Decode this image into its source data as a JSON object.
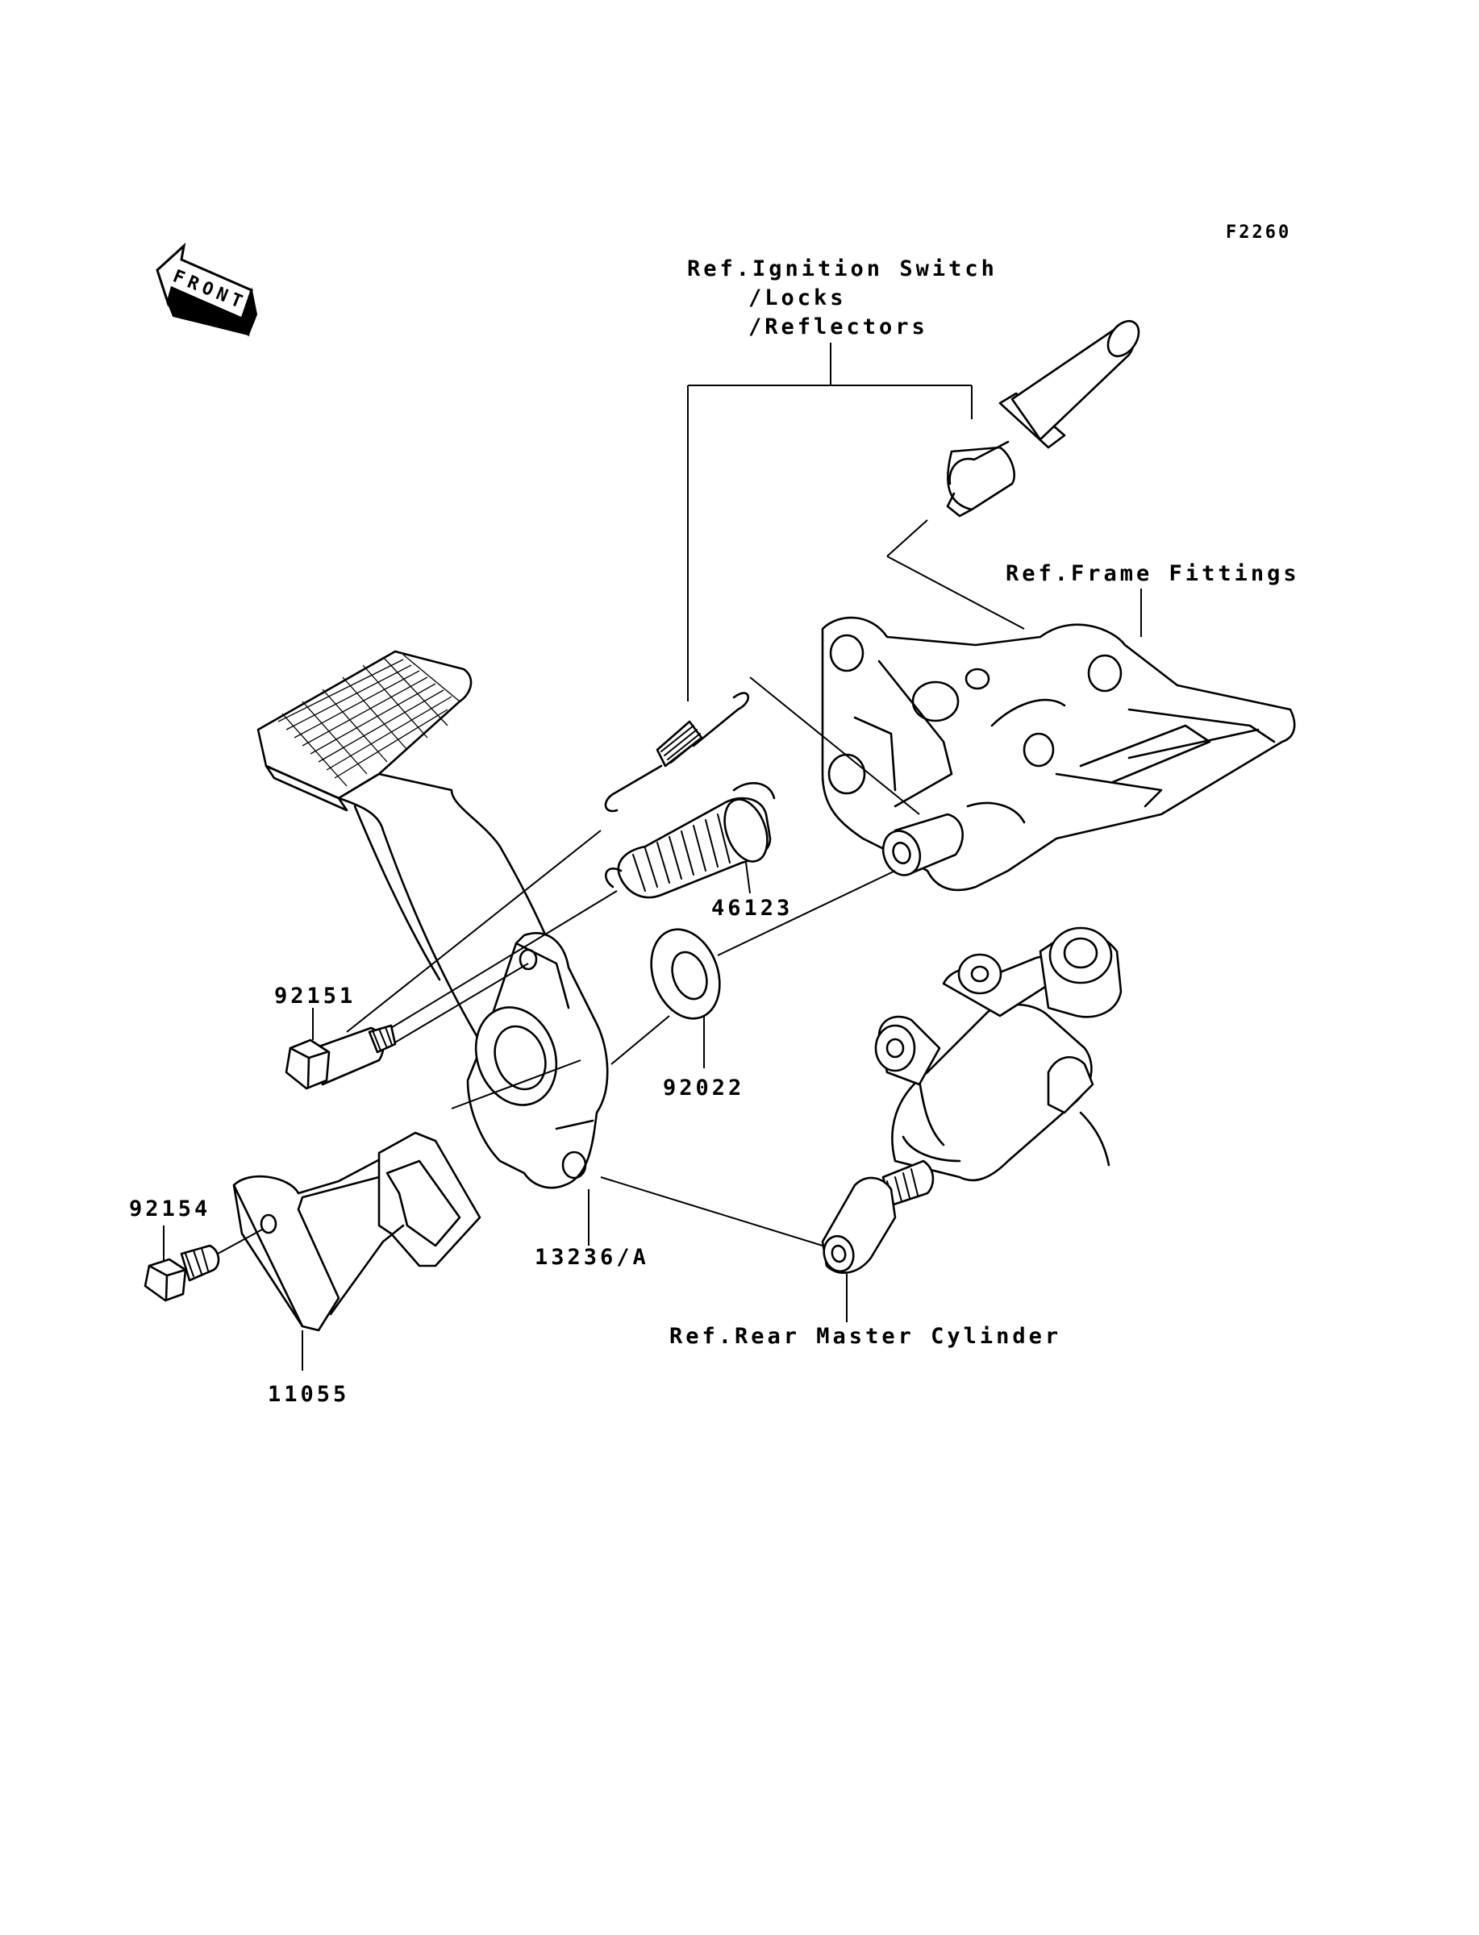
{
  "diagram_code": "F2260",
  "front_arrow_label": "FRONT",
  "labels": {
    "ignition_ref_line1": "Ref.Ignition Switch",
    "ignition_ref_line2": "/Locks",
    "ignition_ref_line3": "/Reflectors",
    "frame_ref": "Ref.Frame Fittings",
    "part_46123": "46123",
    "part_92151": "92151",
    "part_92022": "92022",
    "part_92154": "92154",
    "part_13236a": "13236/A",
    "part_11055": "11055",
    "master_cylinder_ref": "Ref.Rear Master Cylinder"
  }
}
